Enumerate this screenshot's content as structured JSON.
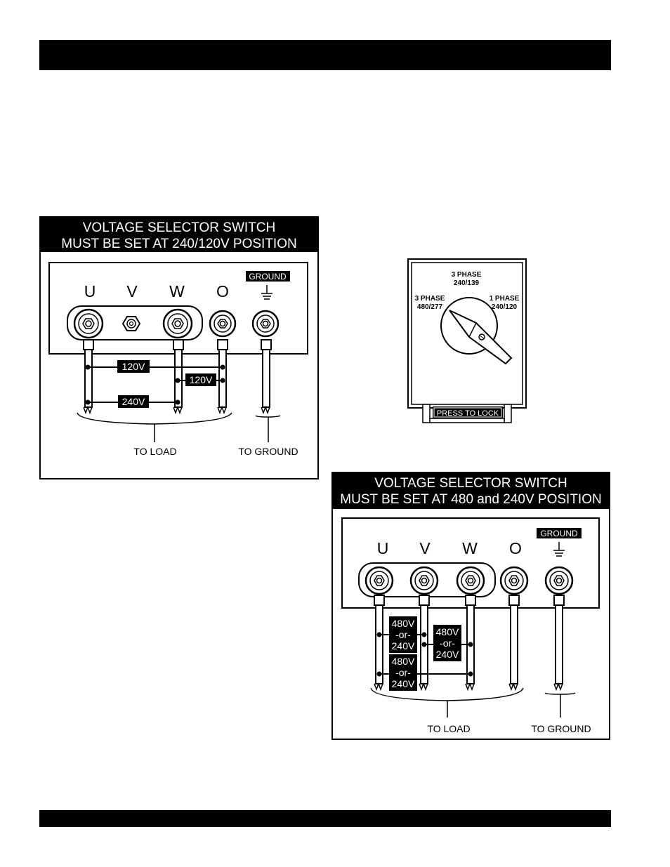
{
  "diagram_a": {
    "title_line1": "VOLTAGE SELECTOR SWITCH",
    "title_line2": "MUST BE SET AT 240/120V POSITION",
    "terminal_labels": [
      "U",
      "V",
      "W",
      "O"
    ],
    "ground_badge": "GROUND",
    "voltage_120_top": "120V",
    "voltage_120_right": "120V",
    "voltage_240": "240V",
    "to_load": "TO LOAD",
    "to_ground": "TO GROUND"
  },
  "selector_switch": {
    "top_label_line1": "3 PHASE",
    "top_label_line2": "240/139",
    "left_label_line1": "3 PHASE",
    "left_label_line2": "480/277",
    "right_label_line1": "1 PHASE",
    "right_label_line2": "240/120",
    "lock_button": "PRESS TO LOCK"
  },
  "diagram_b": {
    "title_line1": "VOLTAGE SELECTOR SWITCH",
    "title_line2": "MUST BE SET AT 480 and 240V POSITION",
    "terminal_labels": [
      "U",
      "V",
      "W",
      "O"
    ],
    "ground_badge": "GROUND",
    "voltage_label_1": [
      "480V",
      "-or-",
      "240V"
    ],
    "voltage_label_2": [
      "480V",
      "-or-",
      "240V"
    ],
    "voltage_label_3": [
      "480V",
      "-or-",
      "240V"
    ],
    "to_load": "TO LOAD",
    "to_ground": "TO GROUND"
  }
}
